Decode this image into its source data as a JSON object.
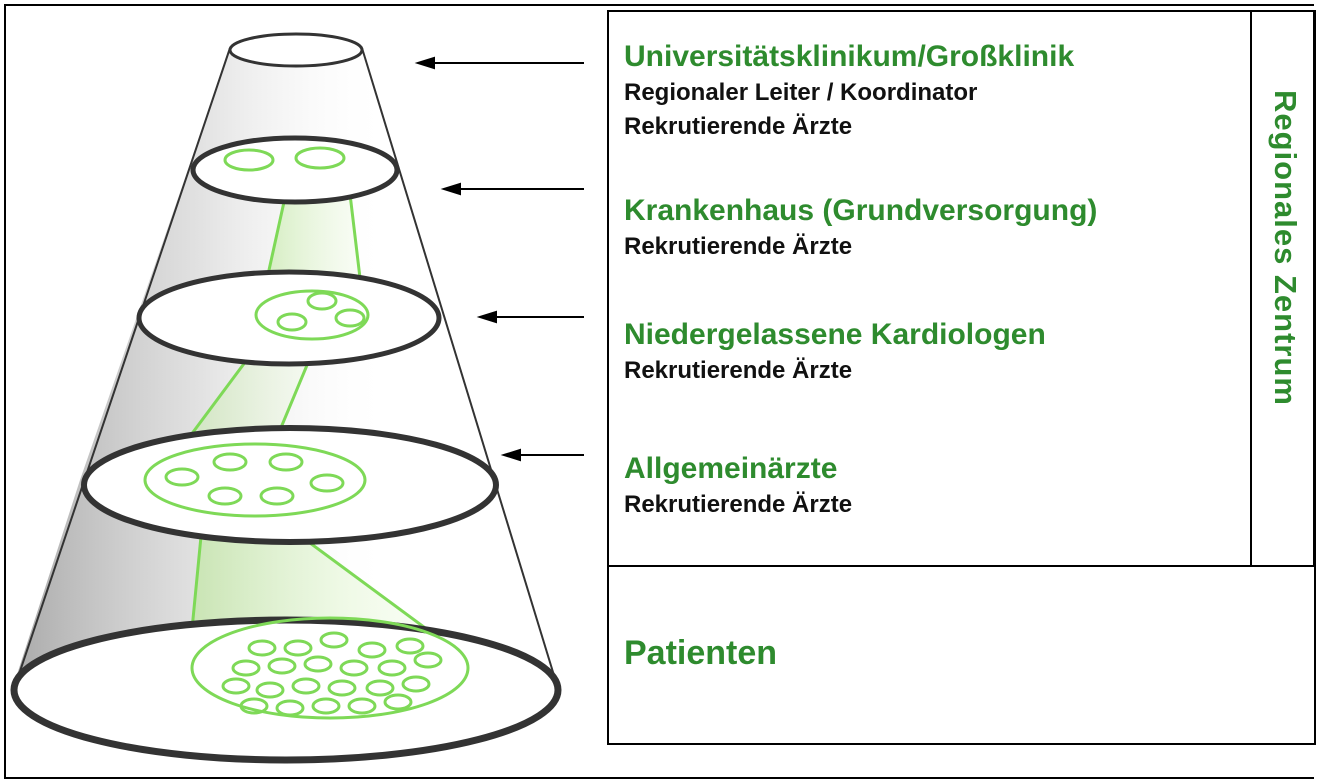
{
  "levels": [
    {
      "title": "Universitätsklinikum/Großklinik",
      "lines": [
        "Regionaler Leiter / Koordinator",
        "Rekrutierende Ärzte"
      ]
    },
    {
      "title": "Krankenhaus (Grundversorgung)",
      "lines": [
        "Rekrutierende Ärzte"
      ]
    },
    {
      "title": "Niedergelassene Kardiologen",
      "lines": [
        "Rekrutierende Ärzte"
      ]
    },
    {
      "title": "Allgemeinärzte",
      "lines": [
        "Rekrutierende Ärzte"
      ]
    }
  ],
  "side_label": "Regionales Zentrum",
  "patients_label": "Patienten",
  "colors": {
    "green_text": "#2e8b2e",
    "green_line": "#7ed957",
    "black": "#111111"
  }
}
